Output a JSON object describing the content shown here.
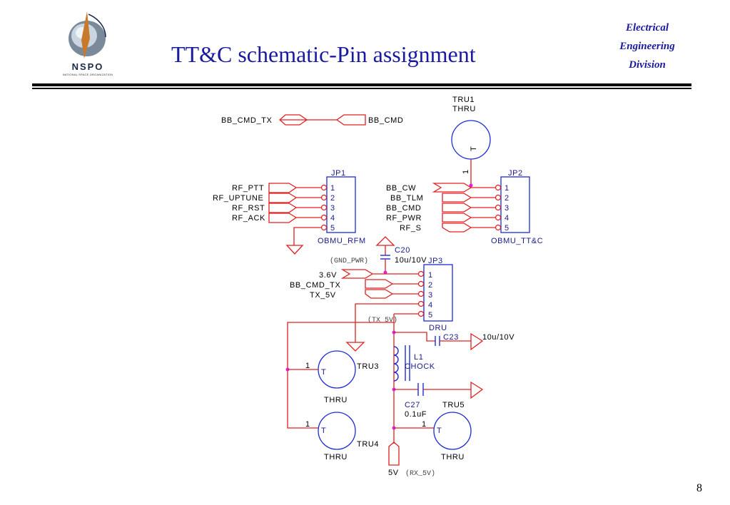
{
  "header": {
    "title": "TT&C schematic-Pin assignment",
    "logo": {
      "wordmark": "NSPO",
      "subtitle": "NATIONAL SPACE ORGANIZATION"
    },
    "department": [
      "Electrical",
      "Engineering",
      "Division"
    ]
  },
  "page_number": "8",
  "schematic": {
    "top_connector": {
      "left": "BB_CMD_TX",
      "right": "BB_CMD"
    },
    "tru1": {
      "ref": "TRU1",
      "type": "THRU",
      "pin": "1",
      "glyph": "T"
    },
    "jp1": {
      "ref": "JP1",
      "name": "OBMU_RFM",
      "nets": [
        "RF_PTT",
        "RF_UPTUNE",
        "RF_RST",
        "RF_ACK"
      ],
      "pins": [
        "1",
        "2",
        "3",
        "4",
        "5"
      ]
    },
    "jp2": {
      "ref": "JP2",
      "name": "OBMU_TT&C",
      "nets": [
        "BB_CW",
        "BB_TLM",
        "BB_CMD",
        "RF_PWR",
        "RF_S"
      ],
      "pins": [
        "1",
        "2",
        "3",
        "4",
        "5"
      ]
    },
    "c20": {
      "ref": "C20",
      "value": "10u/10V",
      "net": "(GND_PWR)"
    },
    "jp3": {
      "ref": "JP3",
      "name": "DRU",
      "nets": [
        "3.6V",
        "BB_CMD_TX",
        "TX_5V"
      ],
      "pins": [
        "1",
        "2",
        "3",
        "4",
        "5"
      ]
    },
    "tx_net": "(TX_5V)",
    "c23": {
      "ref": "C23",
      "value": "10u/10V"
    },
    "l1": {
      "ref": "L1",
      "value": "CHOCK"
    },
    "tru3": {
      "ref": "TRU3",
      "type": "THRU",
      "pin": "1",
      "glyph": "T"
    },
    "tru4": {
      "ref": "TRU4",
      "type": "THRU",
      "pin": "1",
      "glyph": "T"
    },
    "tru5": {
      "ref": "TRU5",
      "type": "THRU",
      "pin": "1",
      "glyph": "T"
    },
    "c27": {
      "ref": "C27",
      "value": "0.1uF"
    },
    "rx": {
      "net": "5V",
      "label": "(RX_5V)"
    }
  }
}
